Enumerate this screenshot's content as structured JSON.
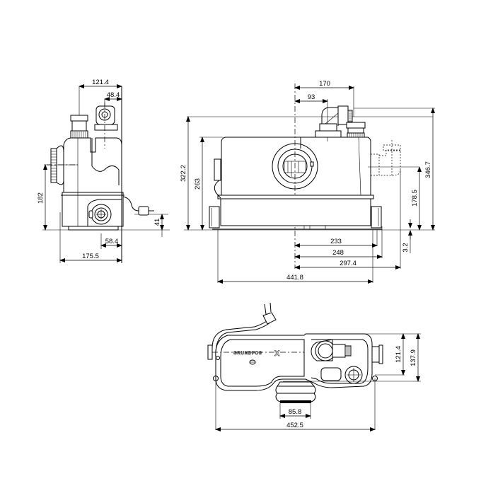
{
  "drawing": {
    "subject": "Grundfos sewage lifting unit — dimensional drawing",
    "brand_text": "GRUNDFOS",
    "brand_mark": "X",
    "views": {
      "side_view": {
        "dimensions": {
          "top_width": "121.4",
          "outlet_offset": "48.4",
          "inlet_height": "182",
          "bottom_outlet_height": "41",
          "bottom_outlet_offset": "58.4",
          "overall_depth": "175.5"
        }
      },
      "front_view": {
        "dimensions": {
          "outlet_top_offset": "170",
          "outlet_center_offset": "93",
          "overall_height": "322.2",
          "body_height": "263",
          "total_height_with_outlet": "346.7",
          "side_inlet_height": "178.5",
          "foot_height": "3.2",
          "right_inlet_offset": "233",
          "right_body_offset": "248",
          "right_outlet_offset": "297.4",
          "overall_length": "441.8"
        }
      },
      "top_view": {
        "dimensions": {
          "inner_depth": "121.4",
          "overall_depth": "137.9",
          "bottom_inlet_width": "85.8",
          "overall_length": "452.5"
        }
      }
    }
  }
}
